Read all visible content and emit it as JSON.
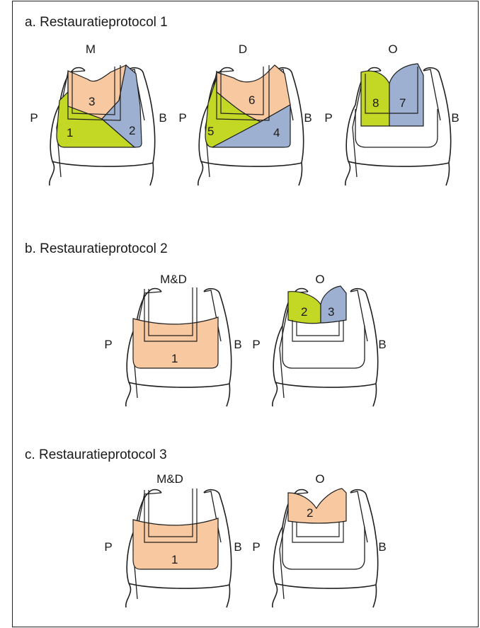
{
  "colors": {
    "peach": "#f8c8a0",
    "green": "#c2d825",
    "blue": "#9eb0d2",
    "outline": "#1f1f1f"
  },
  "sections": [
    {
      "title": "a. Restauratieprotocol 1"
    },
    {
      "title": "b. Restauratieprotocol 2"
    },
    {
      "title": "c. Restauratieprotocol 3"
    }
  ],
  "views": {
    "a1": {
      "top": "M",
      "left": "P",
      "right": "B",
      "regions": {
        "r1": "1",
        "r2": "2",
        "r3": "3"
      }
    },
    "a2": {
      "top": "D",
      "left": "P",
      "right": "B",
      "regions": {
        "r1": "5",
        "r2": "4",
        "r3": "6"
      }
    },
    "a3": {
      "top": "O",
      "left": "P",
      "right": "B",
      "regions": {
        "r1": "8",
        "r2": "7"
      }
    },
    "b1": {
      "top": "M&D",
      "left": "P",
      "right": "B",
      "regions": {
        "r1": "1"
      }
    },
    "b2": {
      "top": "O",
      "left": "P",
      "right": "B",
      "regions": {
        "r1": "2",
        "r2": "3"
      }
    },
    "c1": {
      "top": "M&D",
      "left": "P",
      "right": "B",
      "regions": {
        "r1": "1"
      }
    },
    "c2": {
      "top": "O",
      "left": "P",
      "right": "B",
      "regions": {
        "r1": "2"
      }
    }
  }
}
